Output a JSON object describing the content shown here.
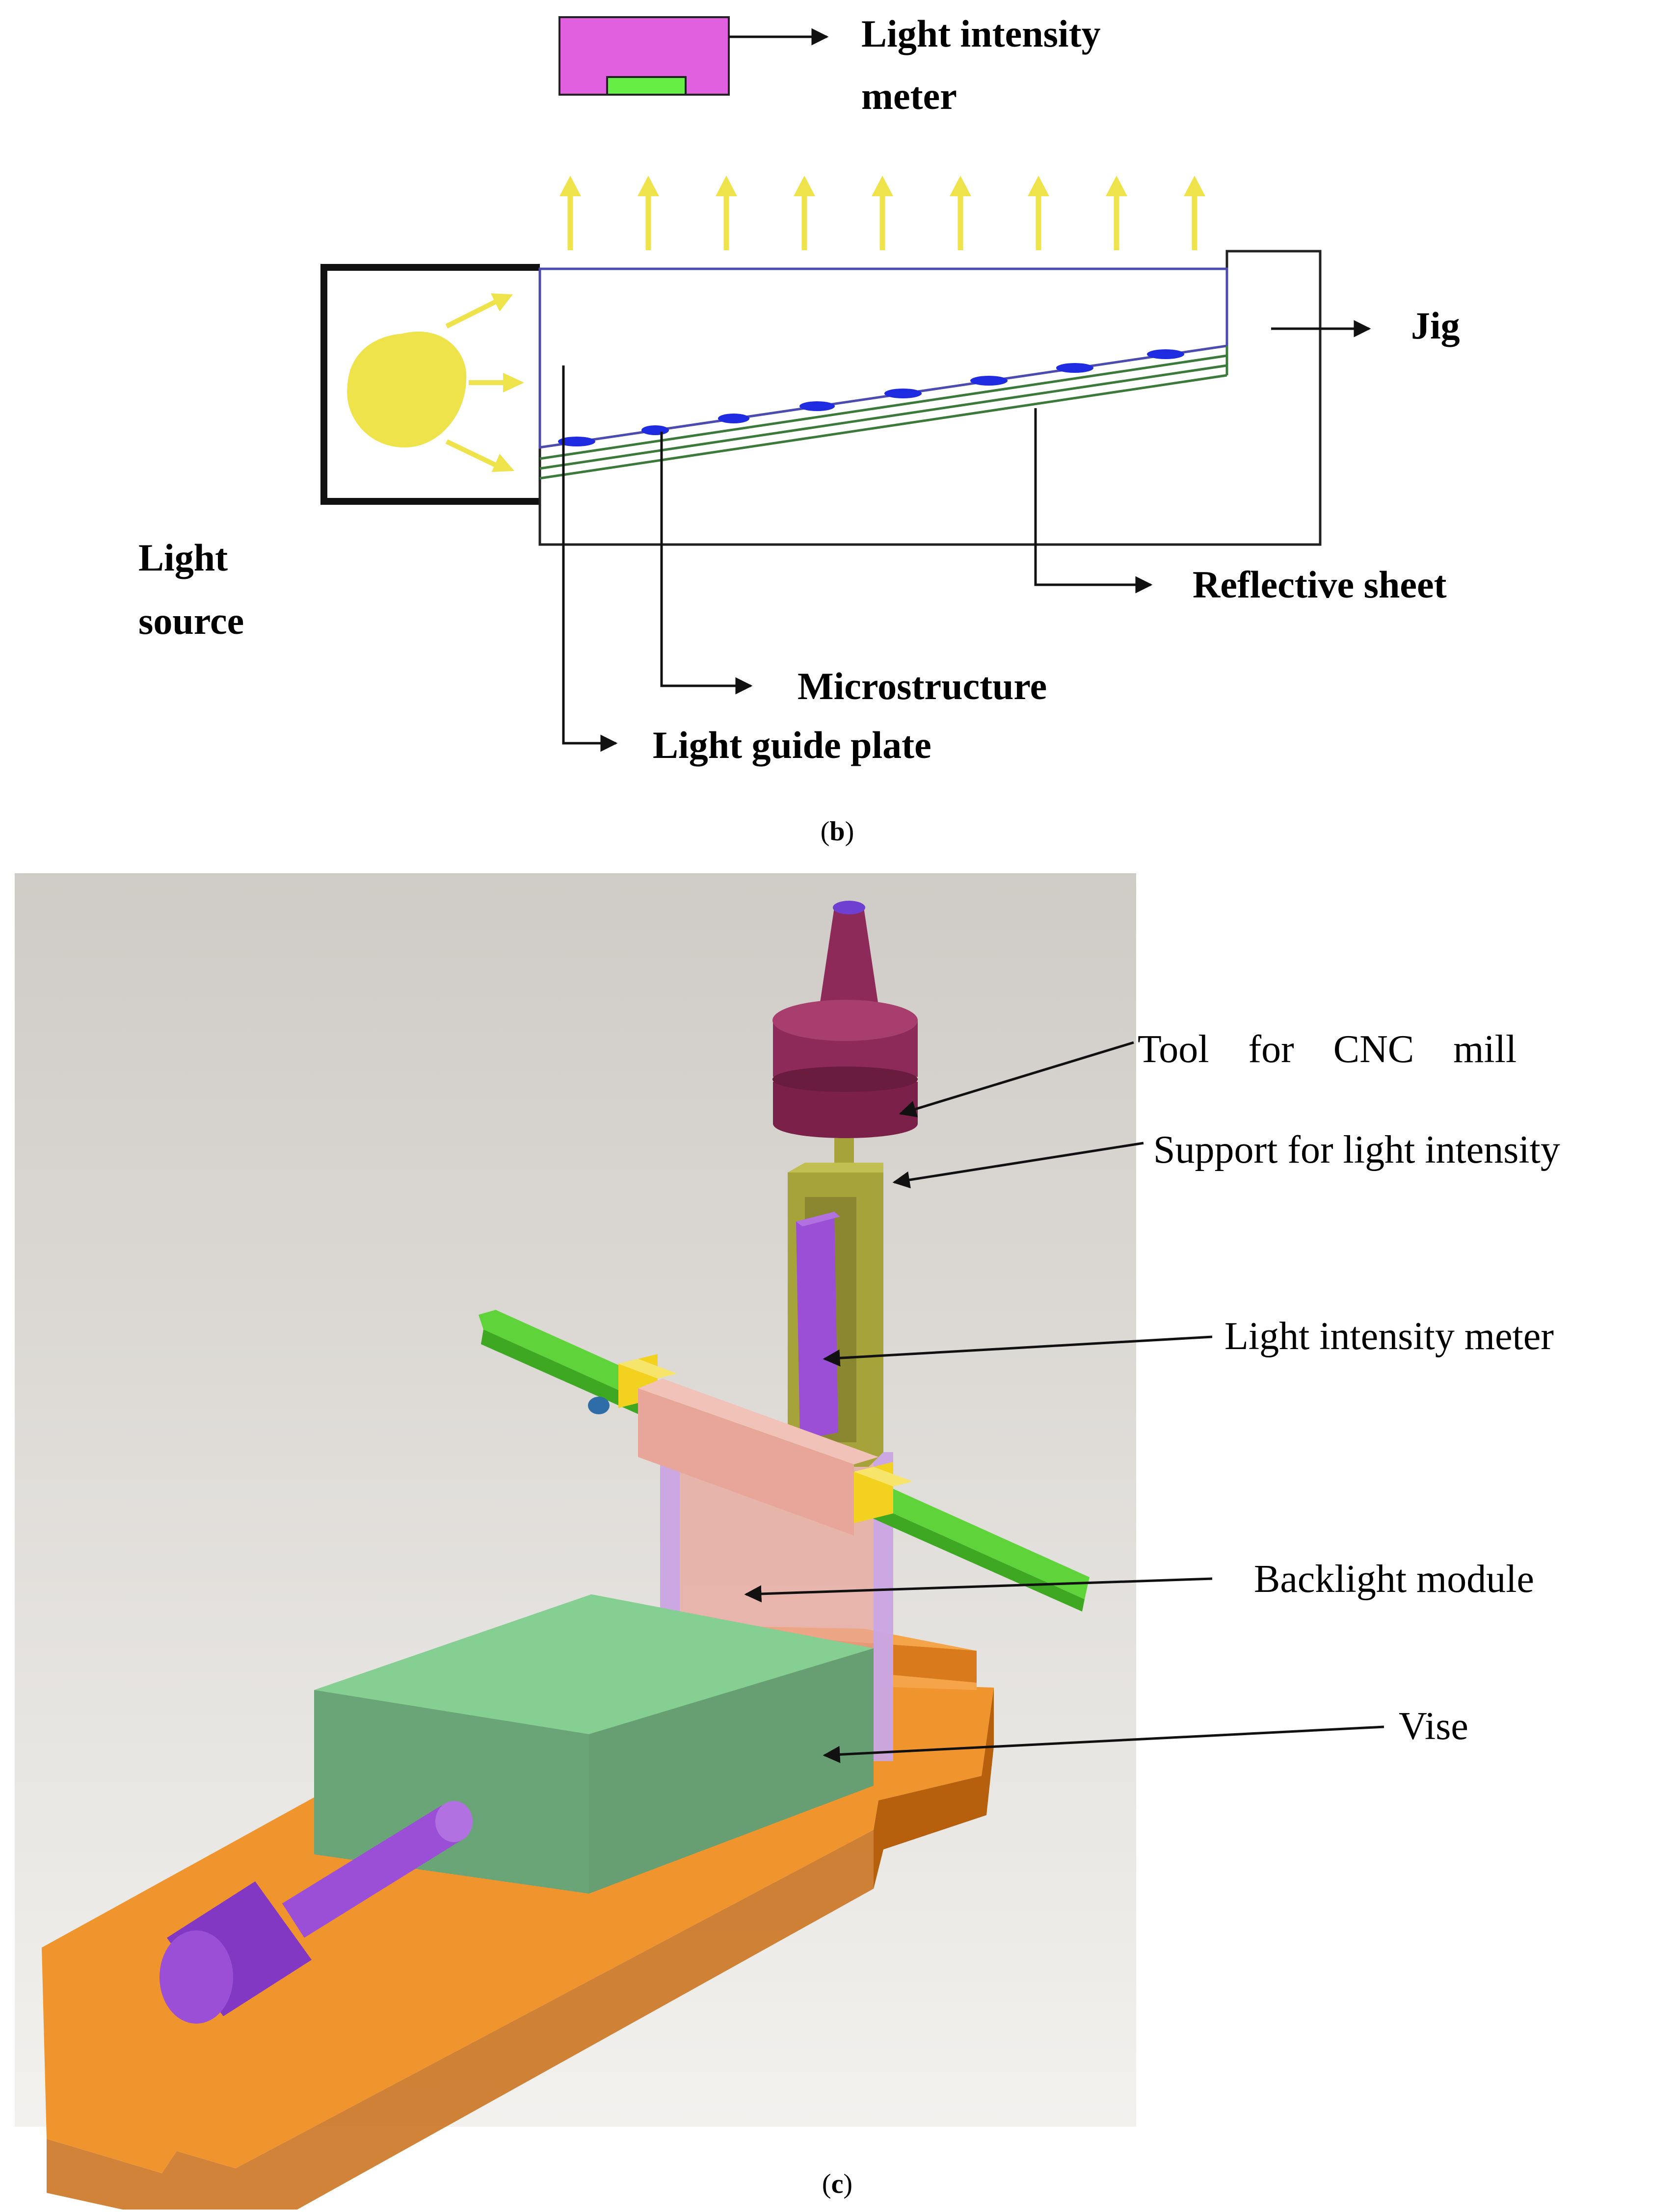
{
  "panel_b": {
    "caption": "(b)",
    "caption_letter": "b",
    "labels": {
      "meter_line1": "Light intensity",
      "meter_line2": "meter",
      "jig": "Jig",
      "light_line1": "Light",
      "light_line2": "source",
      "reflective": "Reflective sheet",
      "micro": "Microstructure",
      "lgp": "Light guide plate"
    },
    "colors": {
      "meter_body": "#e060e0",
      "meter_sensor": "#66ee44",
      "light": "#eee34a",
      "plate_edge": "#4b4bb0",
      "dots": "#1f2be0",
      "reflective": "#3b7a3b"
    }
  },
  "panel_c": {
    "caption": "(c)",
    "caption_letter": "c",
    "labels": {
      "tool": "Tool    for    CNC    mill",
      "support": "Support for light intensity",
      "meter": "Light intensity meter",
      "backlight": "Backlight module",
      "vise": "Vise"
    },
    "colors": {
      "background_top": "#cfcbc6",
      "background_bottom": "#f2f1ee",
      "base": "#f0952e",
      "vise_block": "#7cc98a",
      "tool": "#8e2a5a",
      "support": "#a6a33a",
      "meter": "#9a4fd6",
      "rail": "#5fd43a",
      "clamp": "#f2d21f",
      "backlight": "#e8a59a",
      "handle": "#9a4fd6"
    }
  }
}
